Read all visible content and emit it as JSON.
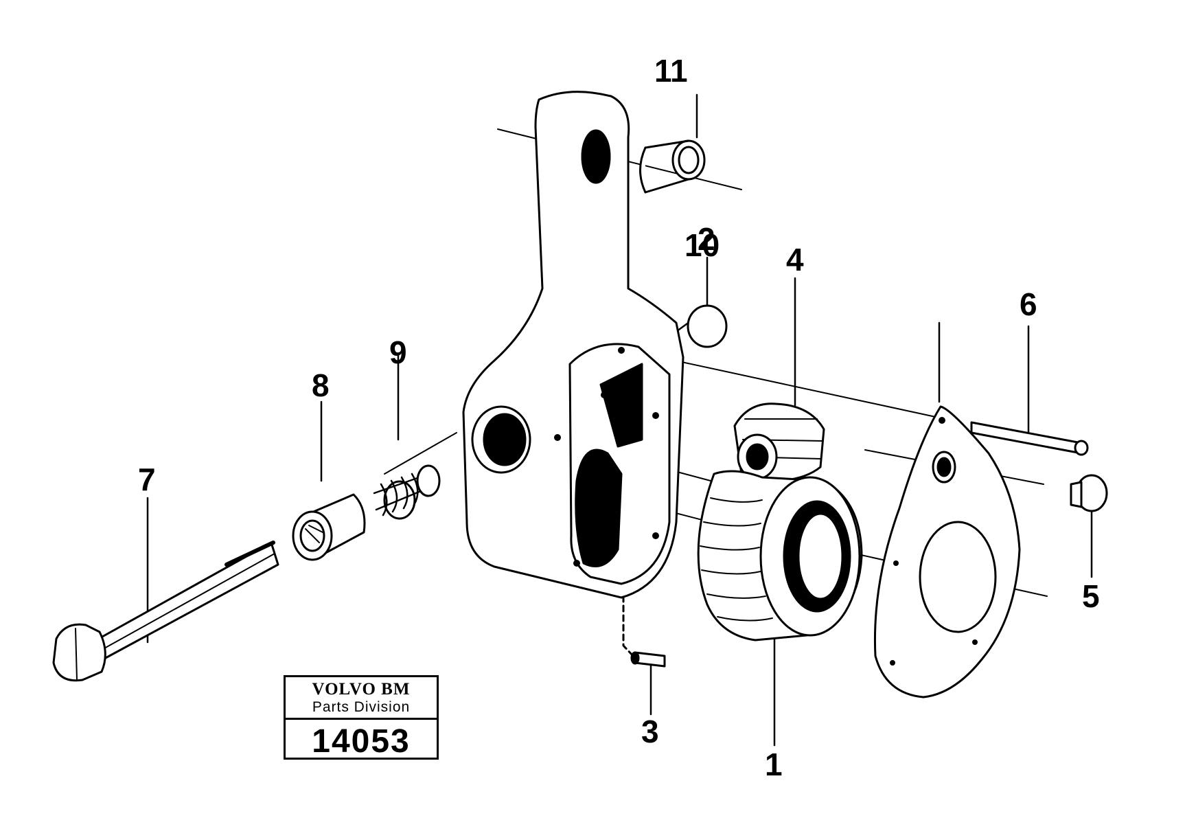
{
  "callouts": {
    "c1": "1",
    "c2": "2",
    "c3": "3",
    "c4": "4",
    "c5": "5",
    "c6": "6",
    "c7": "7",
    "c8": "8",
    "c9": "9",
    "c10": "10",
    "c11": "11"
  },
  "badge": {
    "brand": "VOLVO BM",
    "division": "Parts Division",
    "number": "14053"
  },
  "colors": {
    "ink": "#000000",
    "paper": "#ffffff"
  }
}
